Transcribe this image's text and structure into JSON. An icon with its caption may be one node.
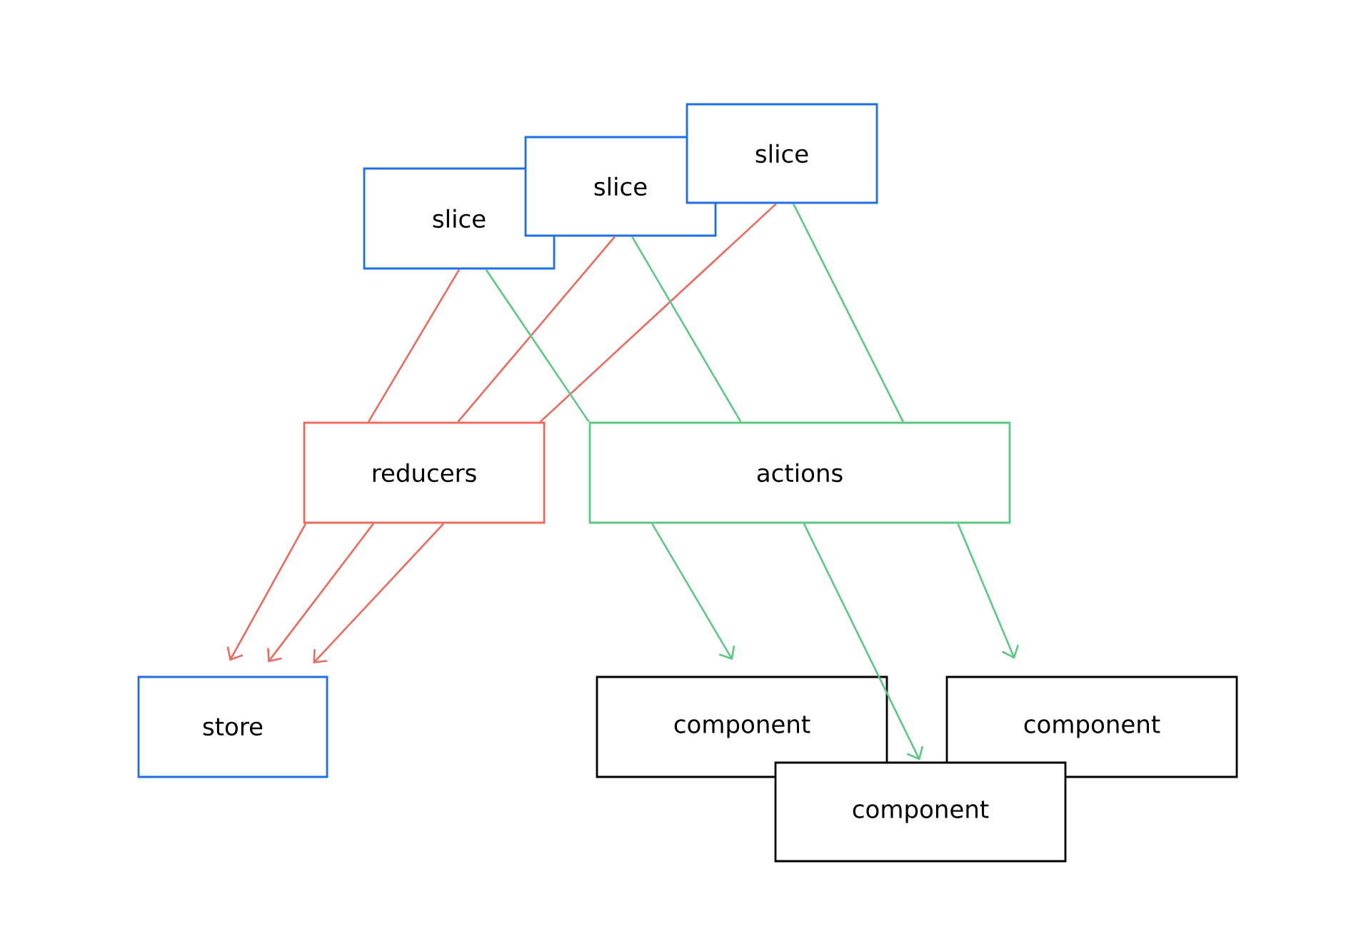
{
  "diagram": {
    "nodes": [
      {
        "text": [
          "slice"
        ]
      },
      {
        "text": [
          "slice"
        ]
      },
      {
        "text": [
          "slice"
        ]
      },
      {
        "text": [
          "reducers"
        ]
      },
      {
        "text": [
          "actions"
        ]
      },
      {
        "text": [
          "store"
        ]
      },
      {
        "text": [
          "component"
        ]
      },
      {
        "text": [
          "component"
        ]
      },
      {
        "text": [
          "component"
        ]
      }
    ],
    "edges": [
      {
        "from": 0,
        "to": 3,
        "arrow": "none",
        "color": "#ec6a5e"
      },
      {
        "from": 1,
        "to": 3,
        "arrow": "none",
        "color": "#ec6a5e"
      },
      {
        "from": 2,
        "to": 3,
        "arrow": "none",
        "color": "#ec6a5e"
      },
      {
        "from": 0,
        "to": 4,
        "arrow": "none",
        "color": "#5cc883"
      },
      {
        "from": 1,
        "to": 4,
        "arrow": "none",
        "color": "#5cc883"
      },
      {
        "from": 2,
        "to": 4,
        "arrow": "none",
        "color": "#5cc883"
      },
      {
        "from": 3,
        "to": 5,
        "arrow": "to",
        "color": "#ec6a5e"
      },
      {
        "from": 3,
        "to": 5,
        "arrow": "to",
        "color": "#ec6a5e"
      },
      {
        "from": 3,
        "to": 5,
        "arrow": "to",
        "color": "#ec6a5e"
      },
      {
        "from": 4,
        "to": 6,
        "arrow": "to",
        "color": "#5cc883"
      },
      {
        "from": 4,
        "to": 8,
        "arrow": "to",
        "color": "#5cc883"
      },
      {
        "from": 4,
        "to": 7,
        "arrow": "to",
        "color": "#5cc883"
      }
    ]
  }
}
